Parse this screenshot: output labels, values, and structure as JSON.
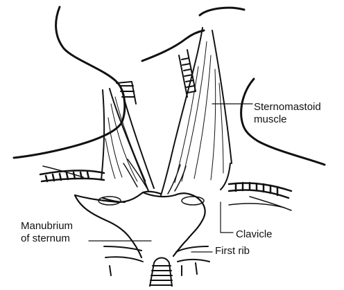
{
  "labels": {
    "sternomastoid_line1": "Sternomastoid",
    "sternomastoid_line2": "muscle",
    "manubrium_line1": "Manubrium",
    "manubrium_line2": "of sternum",
    "clavicle": "Clavicle",
    "first_rib": "First rib"
  },
  "colors": {
    "ink": "#111111",
    "background": "#ffffff"
  }
}
